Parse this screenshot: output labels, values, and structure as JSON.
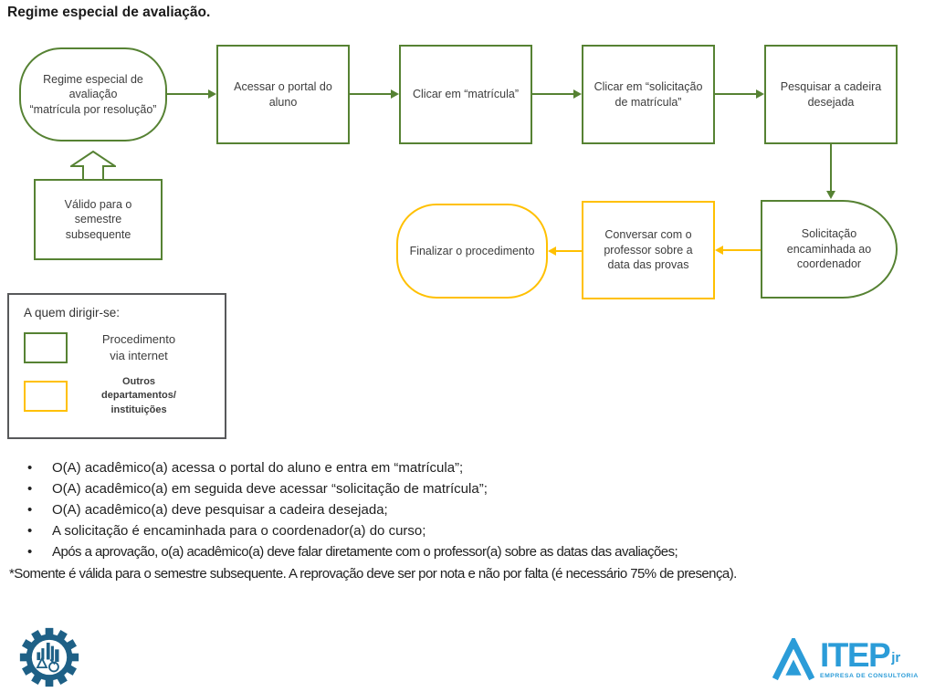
{
  "title": "Regime especial de avaliação.",
  "colors": {
    "green": "#568233",
    "yellow": "#FFC000",
    "legend-border": "#58595B",
    "gear-blue": "#1E6086",
    "itep-blue": "#2B9CD8"
  },
  "flowchart": {
    "nodes": {
      "start": "Regime especial de\navaliação\n“matrícula por resolução”",
      "step1": "Acessar o portal do\naluno",
      "step2": "Clicar em “matrícula”",
      "step3": "Clicar em “solicitação\nde matrícula”",
      "step4": "Pesquisar a cadeira\ndesejada",
      "step5": "Solicitação\nencaminhada ao\ncoordenador",
      "step6": "Conversar com o\nprofessor sobre a\ndata das provas",
      "end": "Finalizar o procedimento",
      "note": "Válido para o\nsemestre\nsubsequente"
    }
  },
  "legend": {
    "title": "A quem dirigir-se:",
    "items": [
      {
        "swatch_color": "green",
        "label": "Procedimento\nvia internet"
      },
      {
        "swatch_color": "yellow",
        "label": "Outros\ndepartamentos/\ninstituições"
      }
    ]
  },
  "bullets": [
    "O(A) acadêmico(a) acessa o portal do aluno e entra em “matrícula”;",
    "O(A) acadêmico(a) em seguida deve acessar “solicitação de matrícula”;",
    "O(A) acadêmico(a) deve pesquisar a cadeira desejada;",
    "A solicitação é encaminhada para o coordenador(a) do curso;",
    "Após a aprovação, o(a) acadêmico(a) deve falar diretamente com o professor(a) sobre as datas das avaliações;"
  ],
  "footnote": "*Somente é válida para o semestre subsequente. A reprovação deve ser por nota e não por falta (é necessário 75% de presença).",
  "logos": {
    "gear": "chemical-engineering-gear-logo",
    "itep": {
      "name": "ITEP",
      "suffix": "jr",
      "tagline": "EMPRESA DE CONSULTORIA"
    }
  }
}
